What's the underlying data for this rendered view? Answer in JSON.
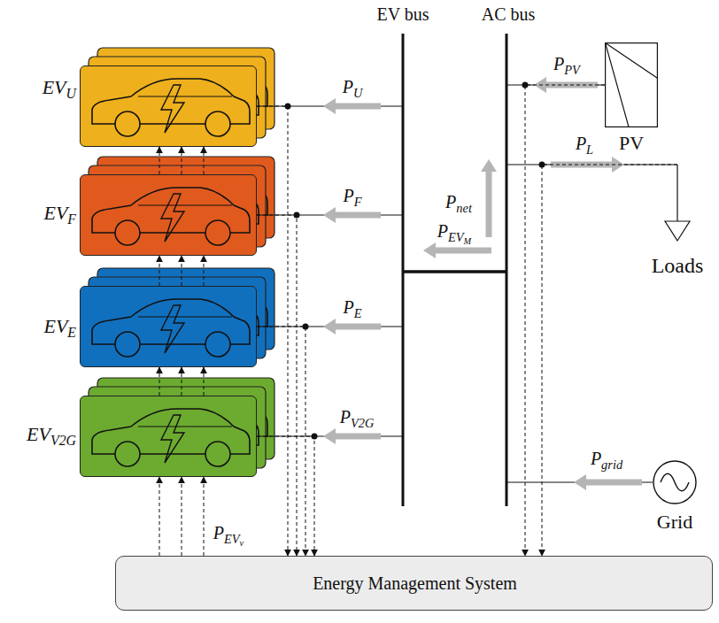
{
  "diagram": {
    "nodes": [
      {
        "text": [
          "EVU"
        ]
      },
      {
        "text": [
          "EVF"
        ]
      },
      {
        "text": [
          "EVE"
        ]
      },
      {
        "text": [
          "EVV2G"
        ]
      },
      {
        "text": [
          "PV"
        ]
      },
      {
        "text": [
          "Loads"
        ]
      },
      {
        "text": [
          "Grid"
        ]
      },
      {
        "text": [
          "Energy Management System"
        ]
      }
    ],
    "edges": [
      {
        "from": 0,
        "to": 7,
        "arrow": "to"
      },
      {
        "from": 1,
        "to": 7,
        "arrow": "to"
      },
      {
        "from": 2,
        "to": 7,
        "arrow": "to"
      },
      {
        "from": 3,
        "to": 7,
        "arrow": "to"
      },
      {
        "from": 4,
        "to": 7,
        "arrow": "to"
      },
      {
        "from": 5,
        "to": 7,
        "arrow": "to"
      },
      {
        "from": 7,
        "to": 3,
        "arrow": "to"
      },
      {
        "from": 3,
        "to": 2,
        "arrow": "to"
      },
      {
        "from": 2,
        "to": 1,
        "arrow": "to"
      },
      {
        "from": 1,
        "to": 0,
        "arrow": "to"
      }
    ],
    "labels": [
      "EV bus",
      "AC bus",
      "PU",
      "PF",
      "PE",
      "PV2G",
      "PEVM",
      "Pnet",
      "PPV",
      "PL",
      "Pgrid",
      "PEVv"
    ]
  }
}
